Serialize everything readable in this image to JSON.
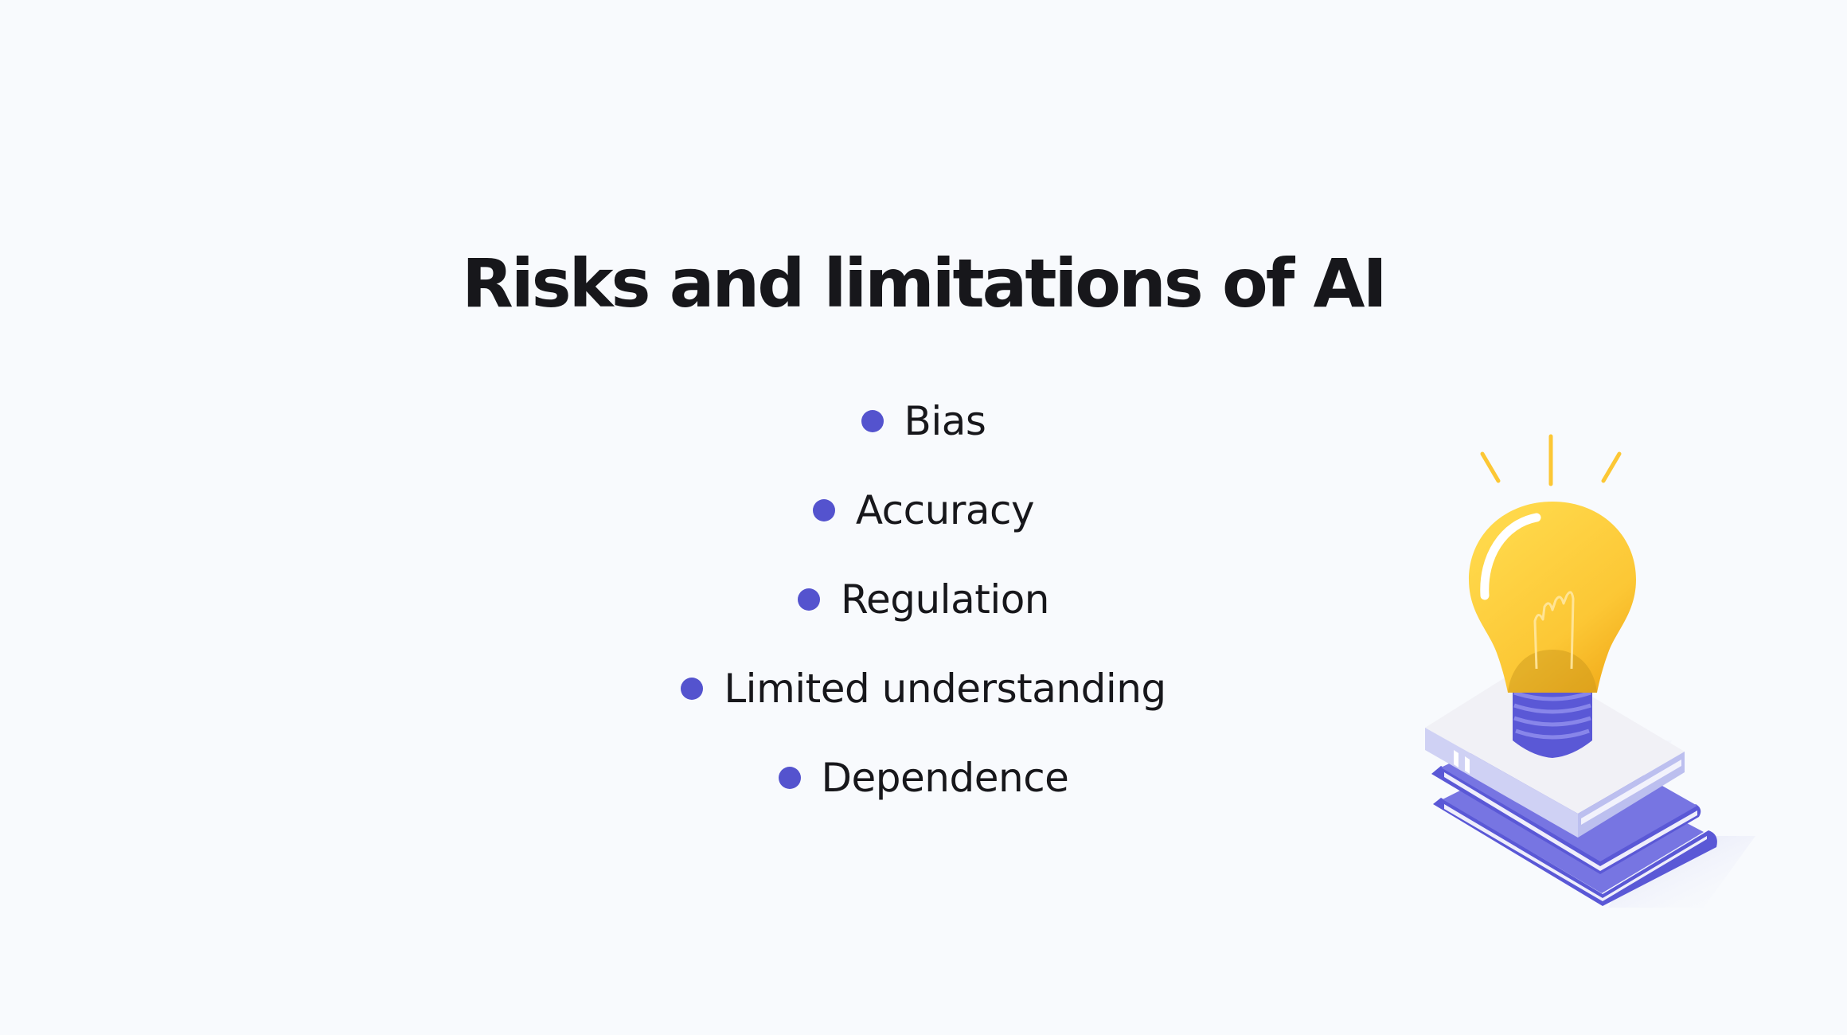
{
  "slide": {
    "title": "Risks and limitations of AI",
    "bullets": [
      "Bias",
      "Accuracy",
      "Regulation",
      "Limited understanding",
      "Dependence"
    ]
  },
  "colors": {
    "background": "#f8fafd",
    "text": "#17171b",
    "bullet": "#5453ce",
    "bulb": "#fcc735",
    "book": "#5a58d6"
  },
  "illustration": {
    "icon": "lightbulb-on-books-icon"
  }
}
